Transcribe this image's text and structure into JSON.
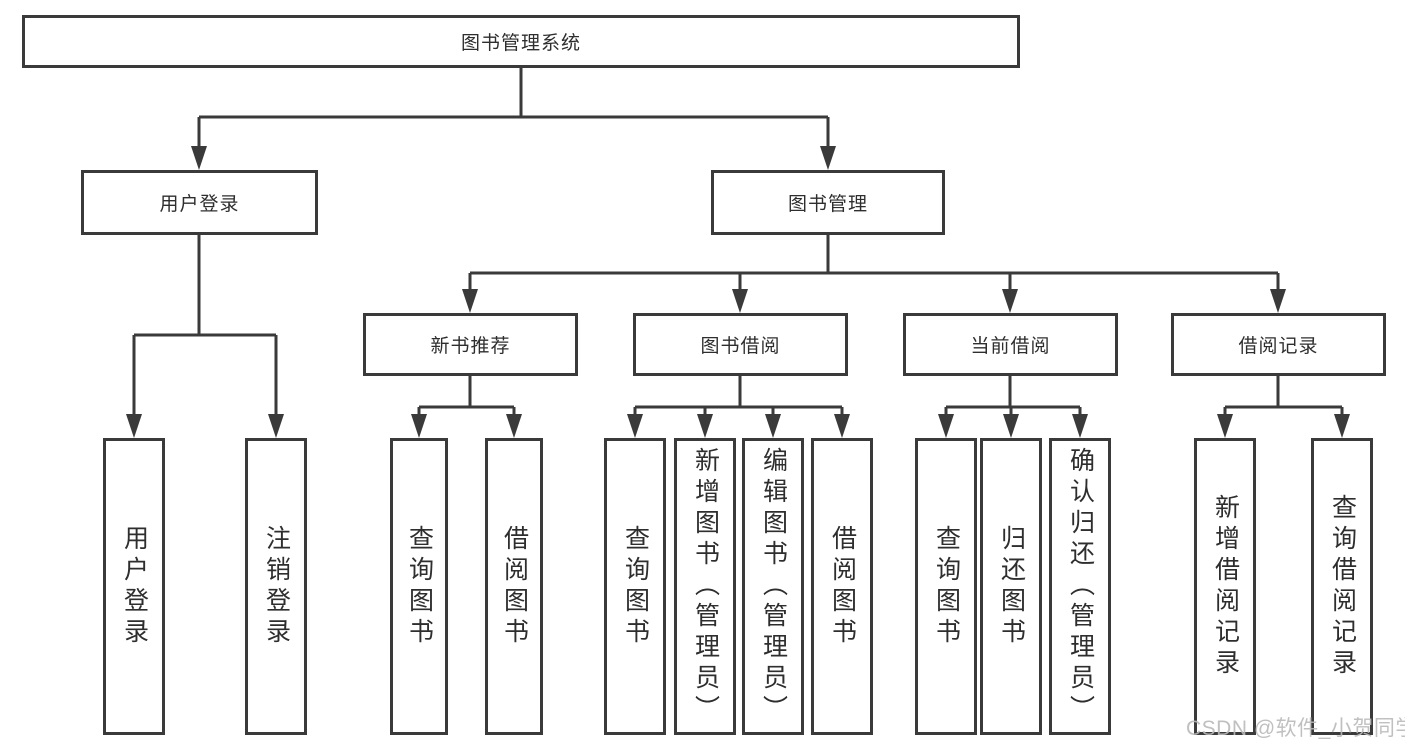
{
  "tree": {
    "root": {
      "label": "图书管理系统"
    },
    "branches": [
      {
        "label": "用户登录",
        "leaves": [
          {
            "label": "用户登录"
          },
          {
            "label": "注销登录"
          }
        ]
      },
      {
        "label": "图书管理",
        "children": [
          {
            "label": "新书推荐",
            "leaves": [
              {
                "label": "查询图书"
              },
              {
                "label": "借阅图书"
              }
            ]
          },
          {
            "label": "图书借阅",
            "leaves": [
              {
                "label": "查询图书"
              },
              {
                "label": "新增图书（管理员）"
              },
              {
                "label": "编辑图书（管理员）"
              },
              {
                "label": "借阅图书"
              }
            ]
          },
          {
            "label": "当前借阅",
            "leaves": [
              {
                "label": "查询图书"
              },
              {
                "label": "归还图书"
              },
              {
                "label": "确认归还（管理员）"
              }
            ]
          },
          {
            "label": "借阅记录",
            "leaves": [
              {
                "label": "新增借阅记录"
              },
              {
                "label": "查询借阅记录"
              }
            ]
          }
        ]
      }
    ]
  },
  "watermark": {
    "text": "CSDN @软件_小贺同学"
  },
  "colors": {
    "line": "#3a3a3a",
    "text": "#2e2e2e",
    "watermark": "#b9b9b9",
    "background": "#ffffff"
  }
}
